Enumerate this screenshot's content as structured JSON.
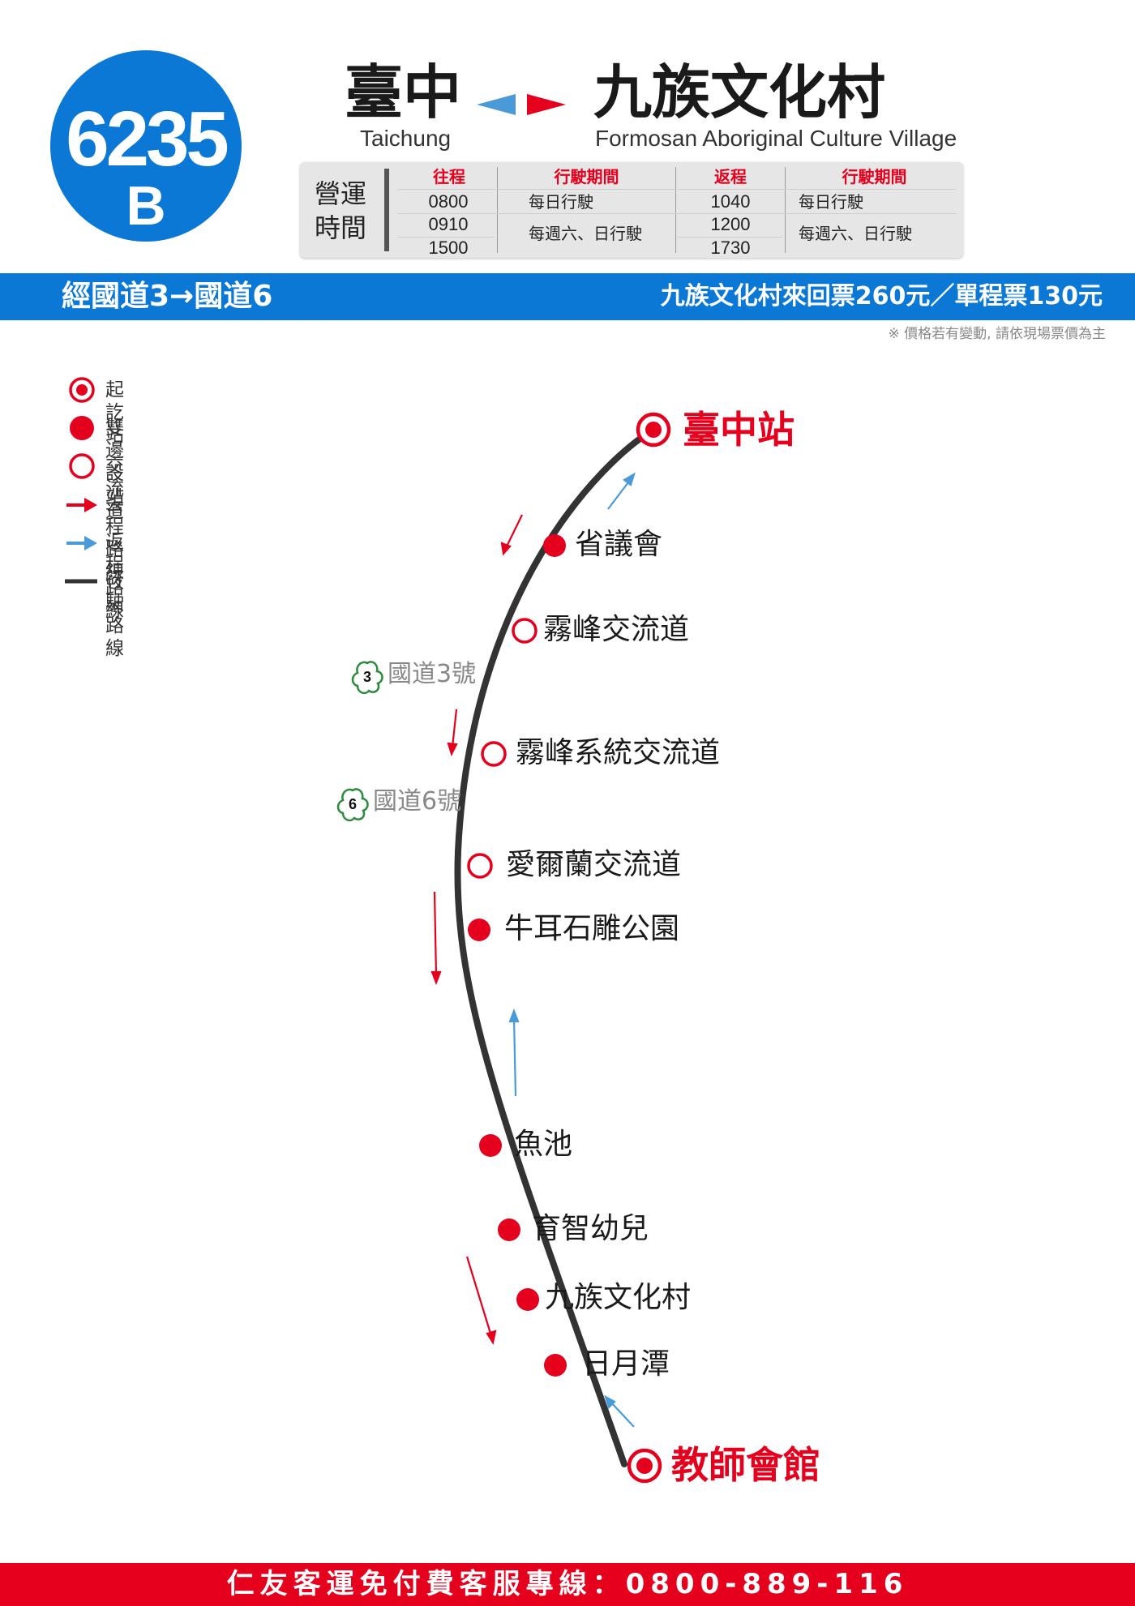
{
  "route": {
    "number": "6235",
    "variant": "B"
  },
  "header": {
    "origin_zh": "臺中",
    "origin_en": "Taichung",
    "destination_zh": "九族文化村",
    "destination_en": "Formosan Aboriginal Culture Village"
  },
  "schedule": {
    "label_line1": "營運",
    "label_line2": "時間",
    "outbound_header": "往程",
    "outbound_period_header": "行駛期間",
    "return_header": "返程",
    "return_period_header": "行駛期間",
    "outbound_times": [
      "0800",
      "0910",
      "1500"
    ],
    "outbound_periods": [
      "每日行駛",
      "每週六、日行駛"
    ],
    "return_times": [
      "1040",
      "1200",
      "1730"
    ],
    "return_periods": [
      "每日行駛",
      "每週六、日行駛"
    ]
  },
  "via_bar": {
    "via": "經國道3→國道6",
    "fare": "九族文化村來回票260元／單程票130元"
  },
  "note": "※ 價格若有變動, 請依現場票價為主",
  "legend": [
    {
      "label": "起訖站",
      "icon": "terminal-station-icon"
    },
    {
      "label": "雙邊設站",
      "icon": "bidirectional-stop-icon"
    },
    {
      "label": "交流道",
      "icon": "interchange-icon"
    },
    {
      "label": "去程路線",
      "icon": "outbound-arrow-icon"
    },
    {
      "label": "返程路線",
      "icon": "return-arrow-icon"
    },
    {
      "label": "行駛路線",
      "icon": "route-line-icon"
    }
  ],
  "highways": [
    {
      "badge": "3",
      "label": "國道3號"
    },
    {
      "badge": "6",
      "label": "國道6號"
    }
  ],
  "stops": [
    {
      "name": "臺中站",
      "type": "terminal"
    },
    {
      "name": "省議會",
      "type": "stop"
    },
    {
      "name": "霧峰交流道",
      "type": "interchange"
    },
    {
      "name": "霧峰系統交流道",
      "type": "interchange"
    },
    {
      "name": "愛爾蘭交流道",
      "type": "interchange"
    },
    {
      "name": "牛耳石雕公園",
      "type": "stop"
    },
    {
      "name": "魚池",
      "type": "stop"
    },
    {
      "name": "育智幼兒",
      "type": "stop"
    },
    {
      "name": "九族文化村",
      "type": "stop"
    },
    {
      "name": "日月潭",
      "type": "stop"
    },
    {
      "name": "教師會館",
      "type": "terminal"
    }
  ],
  "colors": {
    "blue": "#0b78d6",
    "red": "#e5001e",
    "route_line": "#333333",
    "return_arrow": "#4a9ad8",
    "highway_green": "#2e8b3e"
  },
  "footer": {
    "hotline": "仁友客運免付費客服專線：0800-889-116"
  }
}
